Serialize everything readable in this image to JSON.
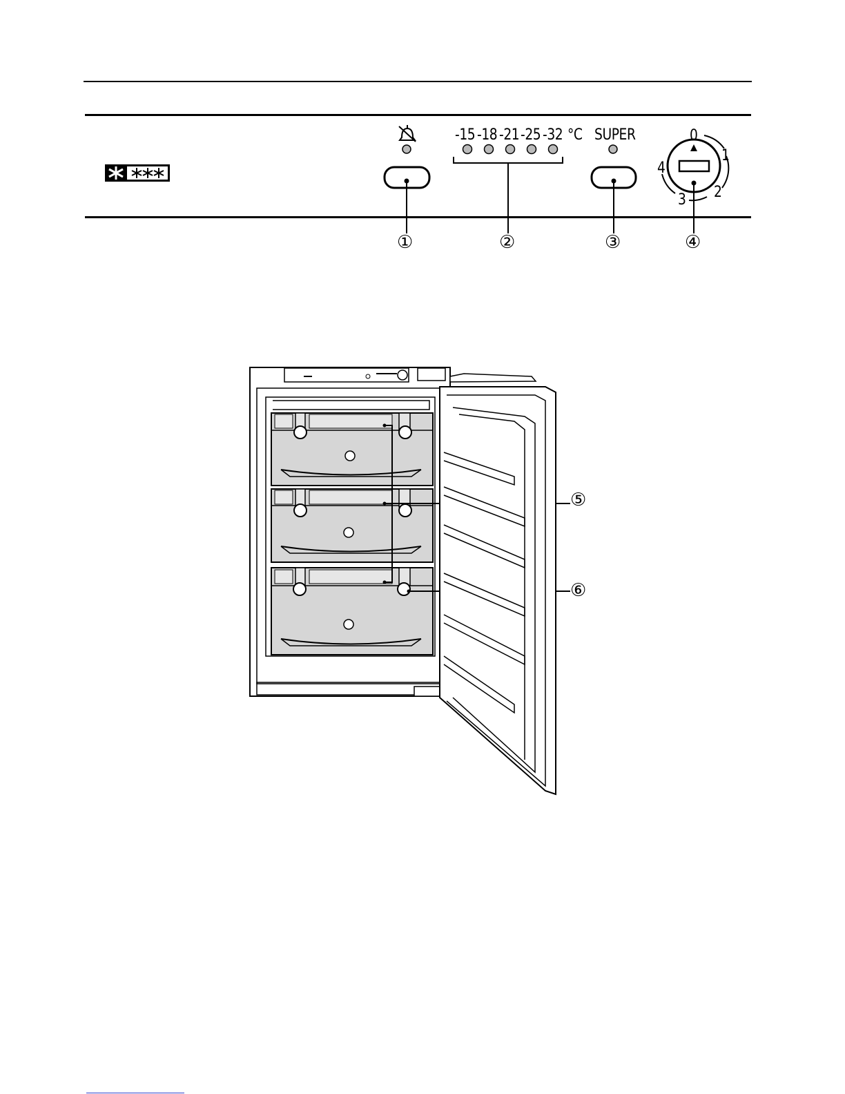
{
  "control_panel": {
    "temperatures": [
      "-15",
      "-18",
      "-21",
      "-25",
      "-32"
    ],
    "unit": "°C",
    "super_label": "SUPER",
    "dial_numbers": [
      "0",
      "1",
      "2",
      "3",
      "4"
    ],
    "star_rating_icon": "freezer-four-star-icon",
    "alarm_icon": "bell-alarm-icon"
  },
  "callouts_top": [
    "①",
    "②",
    "③",
    "④"
  ],
  "callouts_appliance": [
    "⑤",
    "⑥"
  ]
}
